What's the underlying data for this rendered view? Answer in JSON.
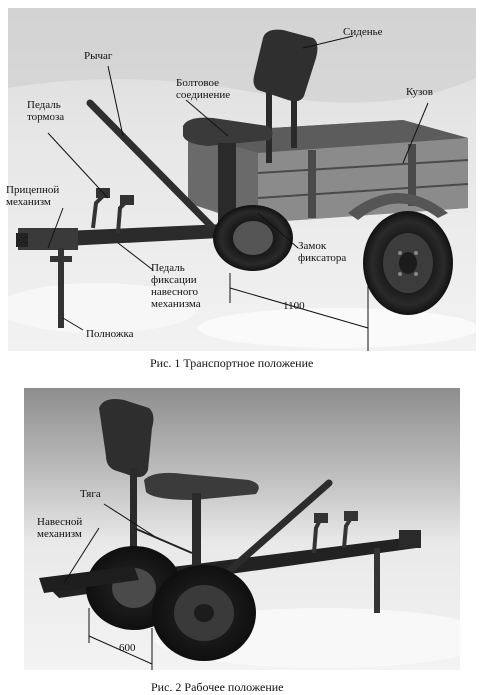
{
  "figure1": {
    "caption": "Рис. 1 Транспортное положение",
    "labels": {
      "seat": "Сиденье",
      "lever": "Рычаг",
      "bolt_joint": "Болтовое\nсоединение",
      "body": "Кузов",
      "brake_pedal": "Педаль\nтормоза",
      "hitch": "Прицепной\nмеханизм",
      "lock": "Замок\nфиксатора",
      "fix_pedal": "Педаль\nфиксации\nнавесного\nмеханизма",
      "dimension": "1100",
      "stand": "Полножка"
    }
  },
  "figure2": {
    "caption": "Рис. 2    Рабочее положение",
    "labels": {
      "rod": "Тяга",
      "mount": "Навесной\nмеханизм",
      "dimension": "600"
    }
  }
}
